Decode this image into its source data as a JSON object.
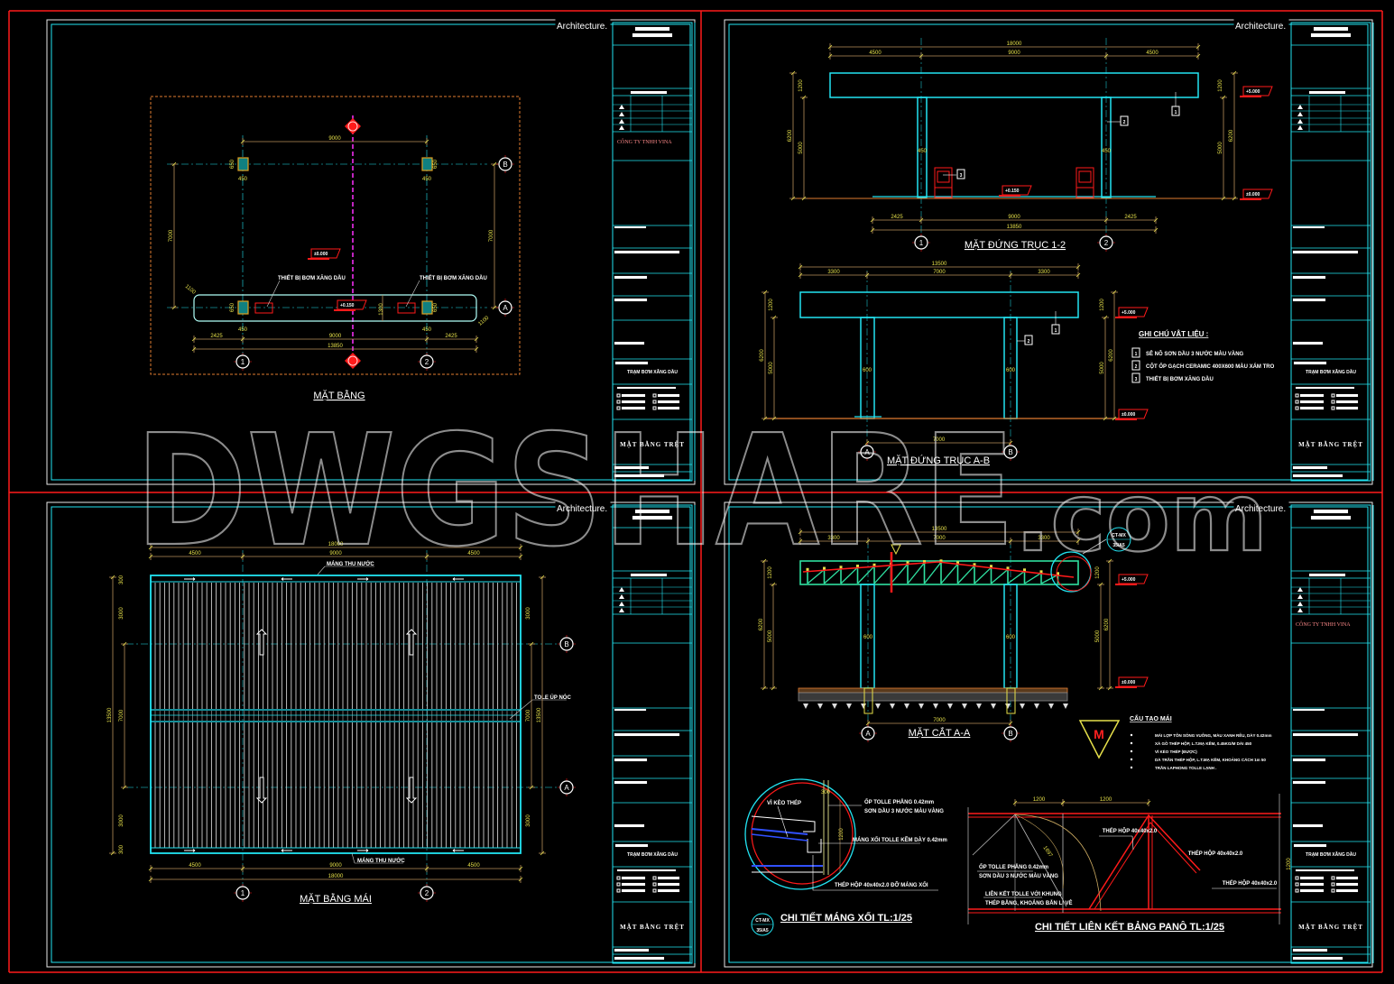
{
  "sheet_label": "Architecture.",
  "watermark": {
    "main": "DWGSHARE",
    "suffix": ".com"
  },
  "title_block": {
    "company": "CÔNG TY TNHH VINA",
    "project": "TRẠM BƠM XĂNG DẦU",
    "sheet_title": "MẶT BẰNG TRỆT"
  },
  "axes": {
    "a1": "1",
    "a2": "2",
    "A": "A",
    "B": "B"
  },
  "plan": {
    "title": "MẶT BẰNG",
    "pump_label": "THIẾT BỊ BƠM XĂNG DẦU",
    "level_0": "±0.000",
    "level_150": "+0.150",
    "dims": {
      "d9000": "9000",
      "d2425": "2425",
      "d13850": "13850",
      "d7000": "7000",
      "d450": "450",
      "d650": "650",
      "d1300": "1300",
      "d1100": "1100"
    }
  },
  "elev12": {
    "title": "MẶT ĐỨNG TRỤC 1-2",
    "level_5": "+5.000",
    "level_0": "±0.000",
    "level_150": "+0.150",
    "tags": [
      "1",
      "2",
      "3"
    ],
    "dims": {
      "d18000": "18000",
      "d4500": "4500",
      "d9000": "9000",
      "d2425": "2425",
      "d13850": "13850",
      "d6200": "6200",
      "d5000": "5000",
      "d1200": "1200",
      "d450": "450"
    }
  },
  "elevAB": {
    "title": "MẶT ĐỨNG TRỤC A-B",
    "level_5": "+5.000",
    "level_0": "±0.000",
    "dims": {
      "d13500": "13500",
      "d3300": "3300",
      "d7000": "7000",
      "d6200": "6200",
      "d5000": "5000",
      "d1200": "1200",
      "d600": "600"
    }
  },
  "notes": {
    "heading": "GHI CHÚ VẬT LIỆU :",
    "items": [
      {
        "tag": "1",
        "text": "SÊ NÔ SƠN DẦU 3 NƯỚC MÀU VÀNG"
      },
      {
        "tag": "2",
        "text": "CỘT ỐP GẠCH CERAMIC 400X600 MÀU XÁM TRO"
      },
      {
        "tag": "3",
        "text": "THIẾT BỊ BƠM XĂNG DẦU"
      }
    ]
  },
  "roof": {
    "title": "MẶT BẰNG MÁI",
    "gutter_label": "MÁNG THU NƯỚC",
    "ridge_label": "TOLE ÚP NÓC",
    "dims": {
      "d18000": "18000",
      "d4500": "4500",
      "d9000": "9000",
      "d13500": "13500",
      "d7000": "7000",
      "d3000": "3000",
      "d300": "300"
    }
  },
  "section": {
    "title": "MẶT CẮT A-A",
    "level_5": "+5.000",
    "level_0": "±0.000",
    "callout": {
      "code": "CT-MX",
      "sheet": "35/A5"
    },
    "marker": "M",
    "dims": {
      "d13500": "13500",
      "d3300": "3300",
      "d7000": "7000",
      "d6200": "6200",
      "d5000": "5000",
      "d1200": "1200",
      "d600": "600"
    }
  },
  "roof_build": {
    "heading": "CẤU TẠO MÁI",
    "lines": [
      "MÁI LỢP TÔN SÓNG VUÔNG, MÀU XANH RÊU, DÀY 0.42mm",
      "XÀ GỒ THÉP HỘP, L.T.MẠ KẼM, 0.45KG/M DÀI 450",
      "VÌ KÈO THÉP (ĐƯỢC)",
      "DÀ TRẦN THÉP HỘP, L.T.MẠ KẼM, KHOẢNG CÁCH 1m 50",
      "TRẦN LAPHONG TOLLE LẠNH ."
    ]
  },
  "detail_gutter": {
    "title": "CHI TIẾT MÁNG XỐI TL:1/25",
    "code": "CT-MX",
    "sheet": "35/A5",
    "labels": {
      "truss": "VÌ KÈO THÉP",
      "d300": "300",
      "d1200": "1200",
      "cladding1": "ỐP TOLLE PHẲNG 0.42mm",
      "cladding2": "SƠN DẦU 3 NƯỚC MÀU VÀNG",
      "gutter": "MÁNG XỐI TOLLE KẼM DÀY 0.42mm",
      "support": "THÉP HỘP 40x40x2.0 ĐỠ MÁNG XỐI"
    }
  },
  "detail_panel": {
    "title": "CHI TIẾT LIÊN KẾT BẢNG PANÔ TL:1/25",
    "labels": {
      "d1200a": "1200",
      "d1200b": "1200",
      "diag": "1697",
      "d1200v": "1200",
      "box1": "THÉP HỘP 40x40x2.0",
      "box2": "THÉP HỘP 40x40x2.0",
      "box3": "THÉP HỘP 40x40x2.0",
      "cladding1": "ỐP TOLLE PHẲNG 0.42mm",
      "cladding2": "SƠN DẦU 3 NƯỚC MÀU VÀNG",
      "link1": "LIÊN KẾT TOLLE VỚI KHUNG",
      "link2": "THÉP BẰNG, KHOẢNG BẮN LI VÊ"
    }
  }
}
